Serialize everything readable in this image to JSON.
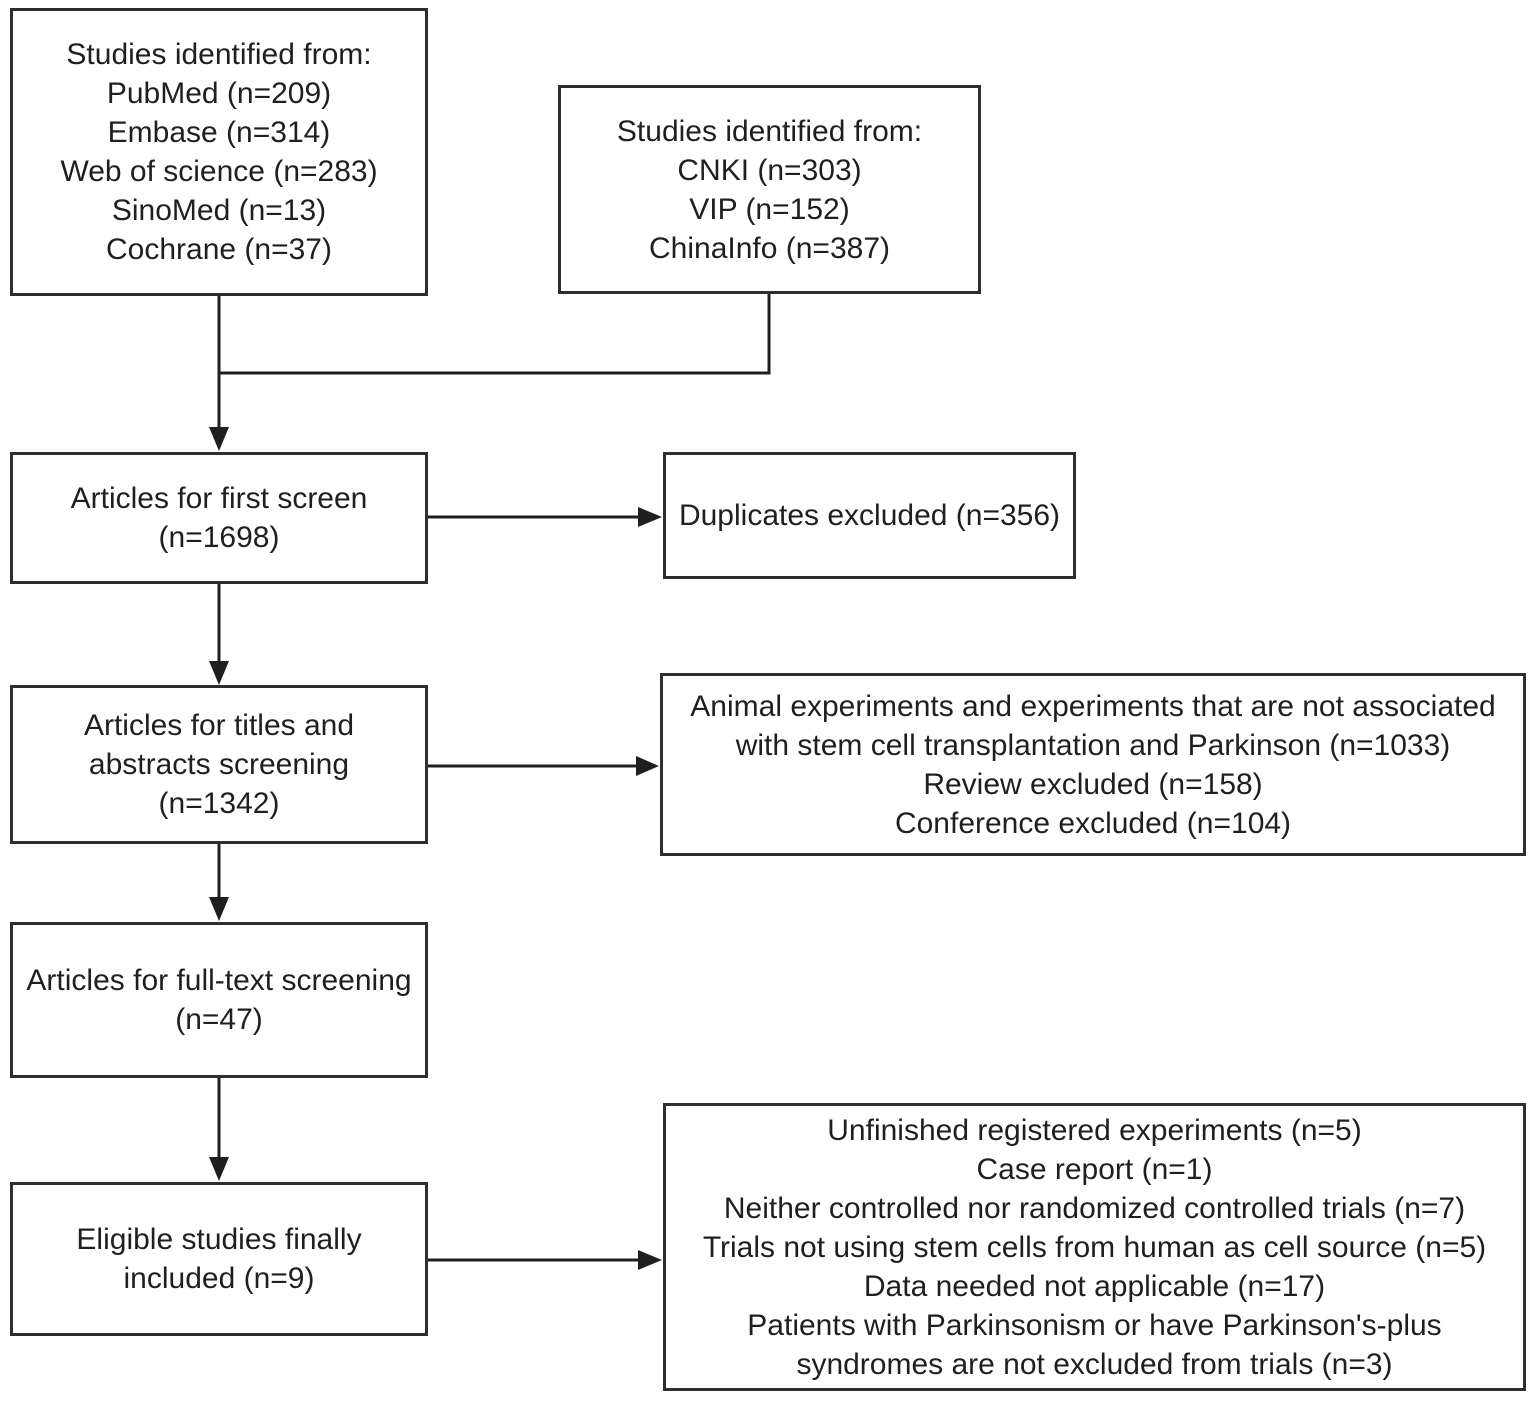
{
  "figure": {
    "type": "prisma-flow-diagram",
    "background_color": "#ffffff",
    "box_border_color": "#2e2e2e",
    "connector_color": "#1f1f1f",
    "text_color": "#1f1f1f"
  },
  "boxes": {
    "sources_intl": {
      "lines": [
        "Studies identified from:",
        "PubMed (n=209)",
        "Embase (n=314)",
        "Web of science (n=283)",
        "SinoMed (n=13)",
        "Cochrane (n=37)"
      ]
    },
    "sources_chinese": {
      "lines": [
        "Studies identified from:",
        "CNKI (n=303)",
        "VIP (n=152)",
        "ChinaInfo (n=387)"
      ]
    },
    "first_screen": {
      "lines": [
        "Articles for first screen",
        "(n=1698)"
      ]
    },
    "duplicates_excluded": {
      "lines": [
        "Duplicates excluded (n=356)"
      ]
    },
    "titles_abstracts_screening": {
      "lines": [
        "Articles for titles and",
        "abstracts screening",
        "(n=1342)"
      ]
    },
    "exclusion_titles_abstracts": {
      "lines": [
        "Animal experiments and experiments that are not associated",
        "with stem cell transplantation and Parkinson (n=1033)",
        "Review excluded (n=158)",
        "Conference excluded (n=104)"
      ]
    },
    "fulltext_screening": {
      "lines": [
        "Articles for full-text screening",
        "(n=47)"
      ]
    },
    "eligible_included": {
      "lines": [
        "Eligible studies finally",
        "included (n=9)"
      ]
    },
    "exclusion_fulltext": {
      "lines": [
        "Unfinished registered experiments (n=5)",
        "Case report (n=1)",
        "Neither controlled nor randomized controlled trials (n=7)",
        "Trials not using stem cells from human as cell source (n=5)",
        "Data needed not applicable (n=17)",
        "Patients with Parkinsonism or have Parkinson's-plus",
        "syndromes are not excluded from trials (n=3)"
      ]
    }
  }
}
